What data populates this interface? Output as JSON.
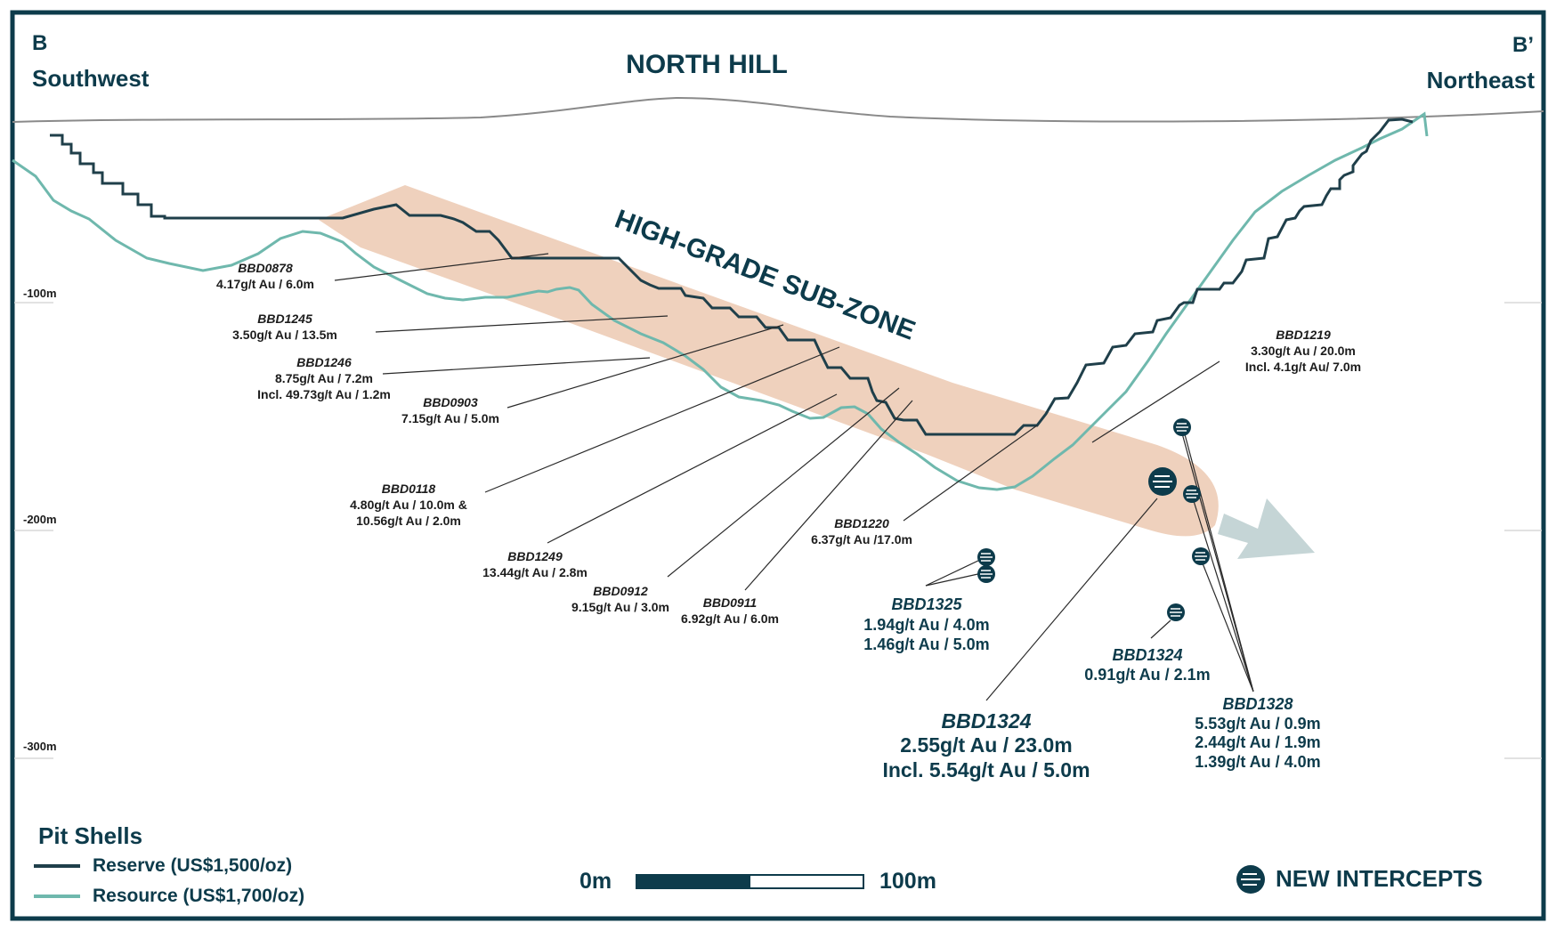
{
  "header": {
    "left_letter": "B",
    "left_dir": "Southwest",
    "right_letter": "B’",
    "right_dir": "Northeast",
    "title": "NORTH HILL",
    "zone_label": "HIGH-GRADE SUB-ZONE"
  },
  "depths": [
    "-100m",
    "-200m",
    "-300m"
  ],
  "intercepts": [
    {
      "name": "BBD0878",
      "lines": [
        "4.17g/t Au / 6.0m"
      ]
    },
    {
      "name": "BBD1245",
      "lines": [
        "3.50g/t Au / 13.5m"
      ]
    },
    {
      "name": "BBD1246",
      "lines": [
        "8.75g/t Au / 7.2m",
        "Incl. 49.73g/t Au / 1.2m"
      ]
    },
    {
      "name": "BBD0903",
      "lines": [
        "7.15g/t Au / 5.0m"
      ]
    },
    {
      "name": "BBD0118",
      "lines": [
        "4.80g/t Au / 10.0m &",
        "10.56g/t Au / 2.0m"
      ]
    },
    {
      "name": "BBD1249",
      "lines": [
        "13.44g/t Au / 2.8m"
      ]
    },
    {
      "name": "BBD0912",
      "lines": [
        "9.15g/t Au / 3.0m"
      ]
    },
    {
      "name": "BBD0911",
      "lines": [
        "6.92g/t Au / 6.0m"
      ]
    },
    {
      "name": "BBD1220",
      "lines": [
        "6.37g/t Au /17.0m"
      ]
    },
    {
      "name": "BBD1219",
      "lines": [
        "3.30g/t Au / 20.0m",
        "Incl. 4.1g/t Au/ 7.0m"
      ]
    }
  ],
  "new_intercepts": [
    {
      "name": "BBD1325",
      "lines": [
        "1.94g/t Au / 4.0m",
        "1.46g/t Au / 5.0m"
      ]
    },
    {
      "name": "BBD1324",
      "lines": [
        "0.91g/t Au / 2.1m"
      ]
    },
    {
      "name": "BBD1328",
      "lines": [
        "5.53g/t Au / 0.9m",
        "2.44g/t Au / 1.9m",
        "1.39g/t Au / 4.0m"
      ]
    },
    {
      "name": "BBD1324",
      "lines": [
        "2.55g/t Au / 23.0m",
        "Incl. 5.54g/t Au / 5.0m"
      ]
    }
  ],
  "legend": {
    "title": "Pit Shells",
    "reserve": "Reserve (US$1,500/oz)",
    "resource": "Resource (US$1,700/oz)",
    "reserve_color": "#1f3f4a",
    "resource_color": "#6fb8ad"
  },
  "scale": {
    "start": "0m",
    "end": "100m"
  },
  "new_intercepts_label": "NEW INTERCEPTS",
  "colors": {
    "border": "#0d3b4b",
    "zone": "#ecc9b2",
    "arrow": "#c5d5d6"
  }
}
